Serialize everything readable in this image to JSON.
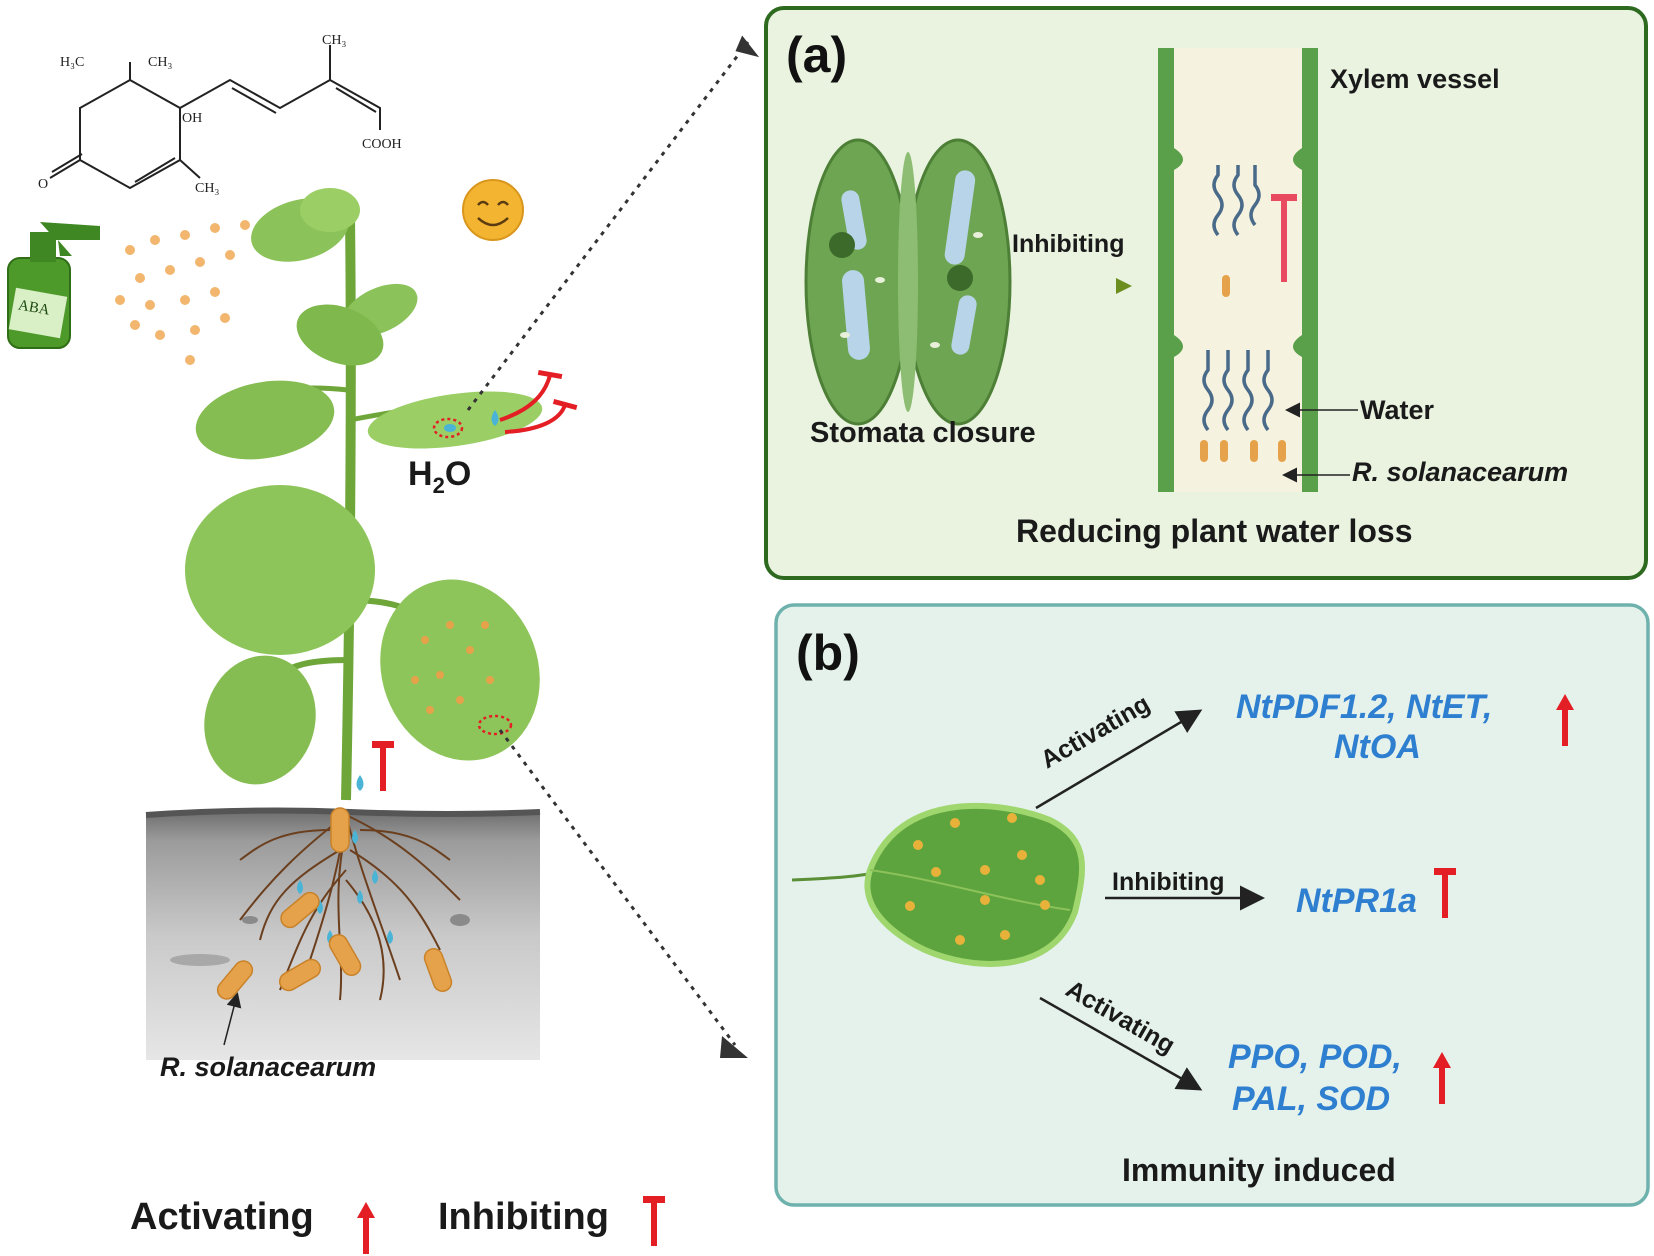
{
  "molecule": {
    "name": "",
    "atom_labels": [
      "H3C",
      "CH3",
      "CH3",
      "OH",
      "O",
      "CH3",
      "COOH"
    ]
  },
  "spray_bottle": {
    "label": "ABA"
  },
  "plant": {
    "water_label_main": "H",
    "water_label_sub": "2",
    "water_label_tail": "O",
    "soil_pathogen_label": "R. solanacearum"
  },
  "legend": {
    "activating_label": "Activating",
    "inhibiting_label": "Inhibiting"
  },
  "panel_a": {
    "letter": "(a)",
    "xylem_label": "Xylem vessel",
    "stomata_label": "Stomata closure",
    "arrow_label": "Inhibiting",
    "water_label": "Water",
    "pathogen_label": "R. solanacearum",
    "summary": "Reducing plant water loss"
  },
  "panel_b": {
    "letter": "(b)",
    "branch_top_label": "Activating",
    "branch_mid_label": "Inhibiting",
    "branch_bottom_label": "Activating",
    "genes_top_line1": "NtPDF1.2, NtET,",
    "genes_top_line2": "NtOA",
    "genes_mid": "NtPR1a",
    "genes_bottom_line1": "PPO, POD,",
    "genes_bottom_line2": "PAL, SOD",
    "summary": "Immunity induced"
  },
  "colors": {
    "activating_arrow": "#e31e24",
    "inhibiting_bar": "#e31e24",
    "gene_text": "#2f7fd0",
    "panel_a_border": "#2d6a1f",
    "panel_a_fill": "#e8f3df",
    "panel_b_border": "#6fb2ad",
    "panel_b_fill": "#e4f2ec"
  }
}
